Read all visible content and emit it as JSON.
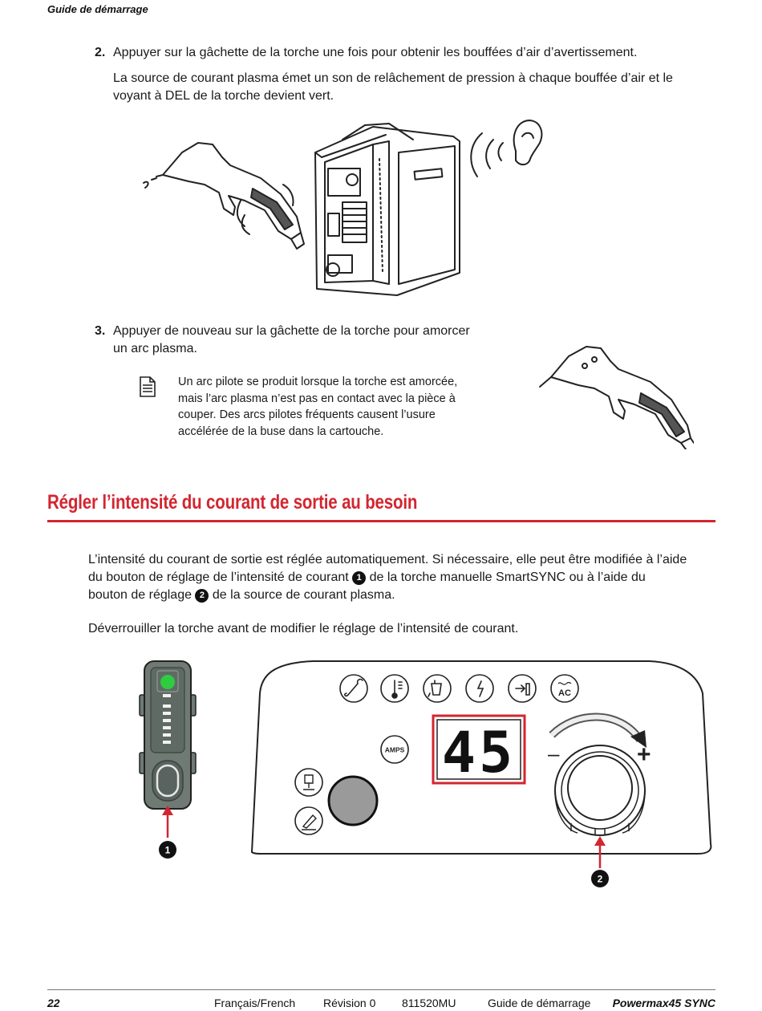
{
  "header": {
    "running_head": "Guide de démarrage"
  },
  "steps": [
    {
      "number": "2.",
      "text": "Appuyer sur la gâchette de la torche une fois pour obtenir les bouffées d’air d’avertissement.",
      "detail_line1": "La source de courant plasma émet un son de relâchement de pression à chaque bouffée d’air et le",
      "detail_line2": "voyant à DEL de la torche devient vert."
    },
    {
      "number": "3.",
      "text_line1": "Appuyer de nouveau sur la gâchette de la torche pour amorcer",
      "text_line2": "un arc plasma.",
      "note_icon": "document-note-icon",
      "note_line1": "Un arc pilote se produit lorsque la torche est amorcée,",
      "note_line2": "mais l’arc plasma n’est pas en contact avec la pièce à",
      "note_line3": "couper. Des arcs pilotes fréquents causent l’usure",
      "note_line4": "accélérée de la buse dans la cartouche."
    }
  ],
  "section": {
    "title": "Régler l’intensité du courant de sortie au besoin",
    "para1_line1": "L’intensité du courant de sortie est réglée automatiquement. Si nécessaire, elle peut être modifiée à l’aide",
    "para1_line2a": "du bouton de réglage de l’intensité de courant",
    "callout1": "1",
    "para1_line2b": "de la torche manuelle SmartSYNC ou à l’aide du",
    "para1_line3a": "bouton de réglage",
    "callout2": "2",
    "para1_line3b": "de la source de courant plasma.",
    "para2": "Déverrouiller la torche avant de modifier le réglage de l’intensité de courant."
  },
  "panel": {
    "display_value": "45",
    "amps_label": "AMPS",
    "ac_label": "AC",
    "minus": "–",
    "plus": "+",
    "icons": [
      "wrench-icon",
      "temperature-icon",
      "gas-pressure-icon",
      "fault-icon",
      "consumable-icon",
      "ac-power-icon"
    ],
    "callout_torch": "1",
    "callout_knob": "2",
    "accent_red": "#d22630",
    "led_green": "#2ecc40"
  },
  "footer": {
    "page": "22",
    "language": "Français/French",
    "revision": "Révision 0",
    "part_number": "811520MU",
    "doc_title": "Guide de démarrage",
    "product": "Powermax45 SYNC"
  }
}
